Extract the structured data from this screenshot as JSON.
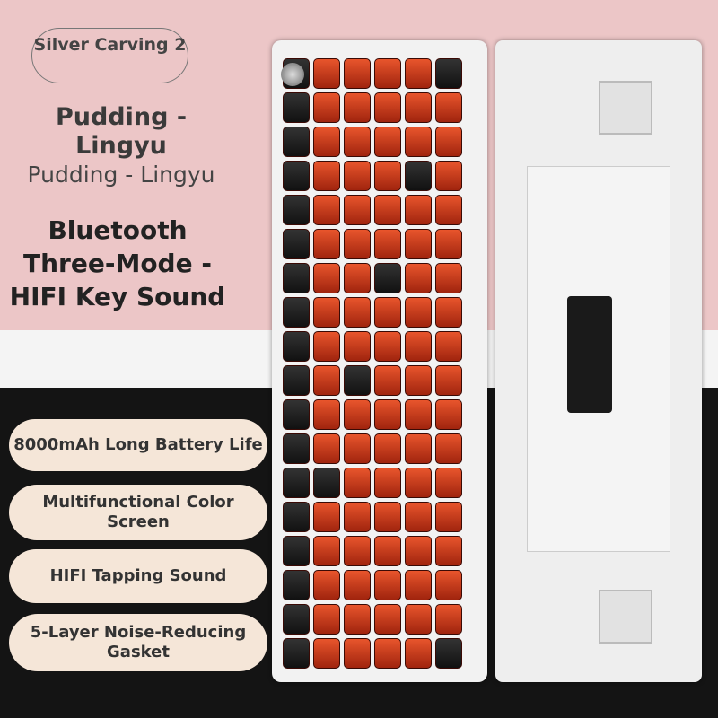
{
  "badge": {
    "label": "Silver Carving 2"
  },
  "title": {
    "primary": "Pudding - Lingyu",
    "secondary": "Pudding - Lingyu"
  },
  "headline": "Bluetooth Three-Mode - HIFI Key Sound",
  "features": [
    "8000mAh Long Battery Life",
    "Multifunctional Color Screen",
    "HIFI Tapping Sound",
    "5-Layer Noise-Reducing Gasket"
  ],
  "colors": {
    "pink": "#ecc6c7",
    "key_orange": "#e8552c",
    "pill": "#f5e6d8",
    "dark": "#141414"
  }
}
